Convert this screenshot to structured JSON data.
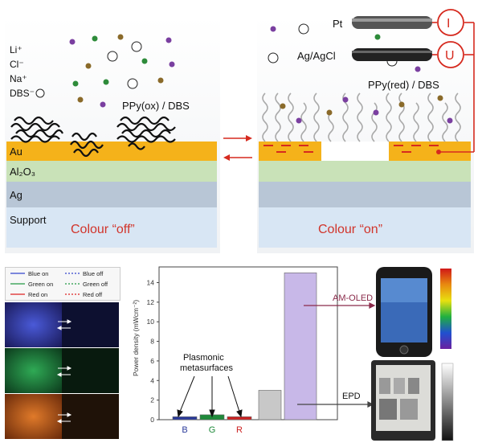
{
  "left_panel": {
    "ions": [
      "Li⁺",
      "Cl⁻",
      "Na⁺",
      "DBS⁻"
    ],
    "film_label": "PPy(ox) / DBS",
    "layers": [
      "Au",
      "Al₂O₃",
      "Ag",
      "Support"
    ],
    "caption": "Colour “off”"
  },
  "right_panel": {
    "electrodes": [
      "Pt",
      "Ag/AgCl"
    ],
    "meters": [
      "I",
      "U"
    ],
    "film_label": "PPy(red) / DBS",
    "caption": "Colour “on”"
  },
  "legend": {
    "entries": [
      "Blue on",
      "Blue off",
      "Green on",
      "Green off",
      "Red on",
      "Red off"
    ],
    "colors": {
      "blue": "#3344cc",
      "green": "#229944",
      "red": "#dd2222"
    }
  },
  "chart_data": {
    "type": "bar",
    "categories": [
      "B",
      "G",
      "R",
      "",
      ""
    ],
    "values": [
      0.3,
      0.5,
      0.3,
      3.0,
      15.0
    ],
    "bar_colors": [
      "#2a3a9a",
      "#1f8a3a",
      "#cc2222",
      "#c8c8c8",
      "#c8b8e8"
    ],
    "ylabel": "Power density (mWcm⁻²)",
    "ylim": [
      0,
      15
    ],
    "yticks": [
      0,
      2,
      4,
      6,
      8,
      10,
      12,
      14
    ],
    "annotations": [
      "Plasmonic",
      "metasurfaces",
      "AM-OLED",
      "EPD"
    ]
  }
}
